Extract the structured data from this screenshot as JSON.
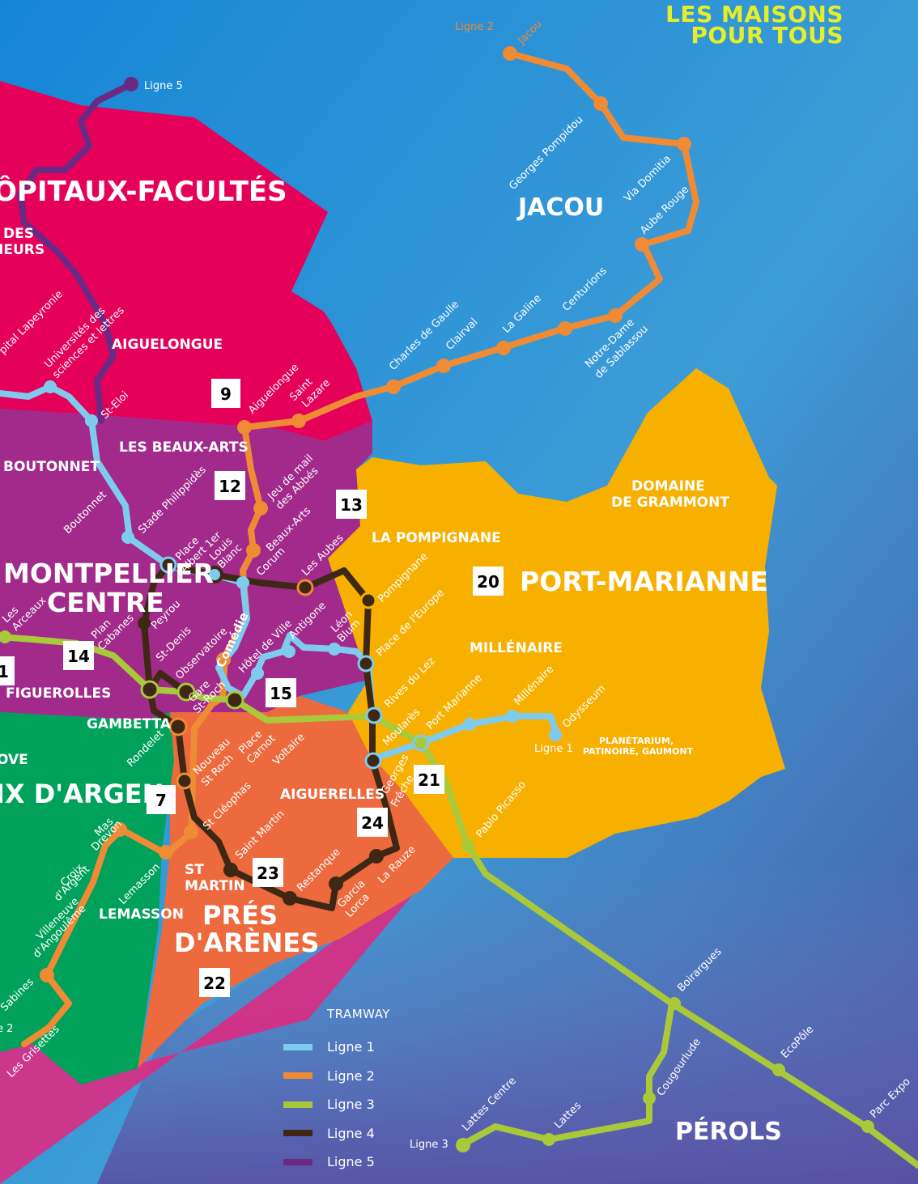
{
  "header": {
    "title_line1": "LES MAISONS",
    "title_line2": "POUR TOUS"
  },
  "colors": {
    "background": "#1d7fd0",
    "hopitaux_facultes": "#e5005a",
    "montpellier_centre": "#a12a8a",
    "port_marianne": "#f8b000",
    "pres_darenes": "#ec6a3e",
    "croix_dargent": "#00a15a",
    "ligne1": "#7fcbee",
    "ligne2": "#ef8a35",
    "ligne3": "#a9c83a",
    "ligne4": "#3e2814",
    "ligne5": "#6a2a84",
    "title": "#e4ef2a"
  },
  "districts": {
    "hopitaux_facultes": "ÔPITAUX-FACULTÉS",
    "montpellier_centre_1": "MONTPELLIER",
    "montpellier_centre_2": "CENTRE",
    "port_marianne": "PORT-MARIANNE",
    "pres_darenes_1": "PRÉS",
    "pres_darenes_2": "D'ARÈNES",
    "croix_dargent": "IX D'ARGEN",
    "jacou": "JACOU",
    "perols": "PÉROLS"
  },
  "neighborhoods": {
    "des": "DES",
    "ieurs": "IEURS",
    "aiguelongue": "AIGUELONGUE",
    "beaux_arts": "LES BEAUX-ARTS",
    "boutonnet": "BOUTONNET",
    "pompignane": "LA POMPIGNANE",
    "domaine_1": "DOMAINE",
    "domaine_2": "DE GRAMMONT",
    "millenaire": "MILLÉNAIRE",
    "figuerolles": "FIGUEROLLES",
    "gambetta": "GAMBETTA",
    "ove": "OVE",
    "aiguerelles": "AIGUERELLES",
    "st_martin_1": "ST",
    "st_martin_2": "MARTIN",
    "lemasson": "LEMASSON",
    "planetarium_1": "PLANÉTARIUM,",
    "planetarium_2": "PATINOIRE, GAUMONT"
  },
  "maisons_numbers": [
    "9",
    "12",
    "13",
    "14",
    "15",
    "20",
    "21",
    "24",
    "7",
    "23",
    "22",
    "1"
  ],
  "line_terminals": {
    "ligne1": "Ligne 1",
    "ligne2_top": "Ligne 2",
    "ligne2_left": "e 2",
    "ligne3": "Ligne 3",
    "ligne5": "Ligne 5"
  },
  "stops": {
    "jacou": "Jacou",
    "georges_pompidou": "Georges Pompidou",
    "via_domitia": "Via Domitia",
    "aube_rouge": "Aube Rouge",
    "centurions": "Centurions",
    "notre_dame_1": "Notre-Dame",
    "notre_dame_2": "de Sablassou",
    "la_galine": "La Galine",
    "clairval": "Clairval",
    "charles_de_gaulle": "Charles de Gaulle",
    "saint_lazare_1": "Saint",
    "saint_lazare_2": "Lazare",
    "aiguelongue": "Aiguelongue",
    "jeu_de_mail_1": "Jeu de mail",
    "jeu_de_mail_2": "des Abbés",
    "beaux_arts": "Beaux-Arts",
    "corum": "Corum",
    "les_aubes": "Les Aubes",
    "pompignane": "Pompignane",
    "place_europe": "Place de l'Europe",
    "rives_du_lez": "Rives du Lez",
    "moulares": "Moularès",
    "port_marianne": "Port Marianne",
    "millenaire": "Millénaire",
    "odysseum": "Odysseum",
    "leon_blum_1": "Léon",
    "leon_blum_2": "Blum",
    "antigone": "Antigone",
    "hotel_de_ville": "Hôtel de Ville",
    "comedie": "Comédie",
    "observatoire": "Observatoire",
    "st_denis": "St-Denis",
    "peyrou": "Peyrou",
    "louis_blanc_1": "Louis",
    "louis_blanc_2": "Blanc",
    "place_albert_1": "Place",
    "place_albert_2": "Albert 1er",
    "stade_philippides": "Stade Philippidès",
    "boutonnet": "Boutonnet",
    "st_eloi": "St-Eloi",
    "universites_1": "Universités des",
    "universites_2": "sciences et lettres",
    "hopital_lapeyronie": "pital Lapeyronie",
    "les_arceaux_1": "Les",
    "les_arceaux_2": "Arceaux",
    "plan_cabanes_1": "Plan",
    "plan_cabanes_2": "Cabanes",
    "gare_st_roch_1": "Gare",
    "gare_st_roch_2": "St-Roch",
    "rondelet": "Rondelet",
    "nouveau_st_roch_1": "Nouveau",
    "nouveau_st_roch_2": "St Roch",
    "place_carnot_1": "Place",
    "place_carnot_2": "Carnot",
    "voltaire": "Voltaire",
    "st_cleophas": "St Cléophas",
    "saint_martin": "Saint Martin",
    "restanque": "Restanque",
    "garcia_lorca_1": "Garcia",
    "garcia_lorca_2": "Lorca",
    "la_rauze": "La Rauze",
    "georges_freche_1": "Georges",
    "georges_freche_2": "Frêche",
    "pablo_picasso": "Pablo Picasso",
    "boirargues": "Boirargues",
    "ecopole": "EcoPôle",
    "parc_expo": "Parc Expo",
    "cougourlude": "Cougourlude",
    "lattes": "Lattes",
    "lattes_centre": "Lattes Centre",
    "mas_drevon_1": "Mas",
    "mas_drevon_2": "Drevon",
    "croix_dargent_1": "Croix",
    "croix_dargent_2": "d'Argent",
    "lemasson": "Lemasson",
    "villeneuve_1": "Villeneuve",
    "villeneuve_2": "d'Angoulême",
    "sabines": "Sabines",
    "les_grisettes": "Les Grisettes"
  },
  "legend": {
    "heading": "TRAMWAY",
    "items": [
      {
        "label": "Ligne 1",
        "color": "#7fcbee"
      },
      {
        "label": "Ligne 2",
        "color": "#ef8a35"
      },
      {
        "label": "Ligne 3",
        "color": "#a9c83a"
      },
      {
        "label": "Ligne 4",
        "color": "#3e2814"
      },
      {
        "label": "Ligne 5",
        "color": "#6a2a84"
      }
    ]
  }
}
